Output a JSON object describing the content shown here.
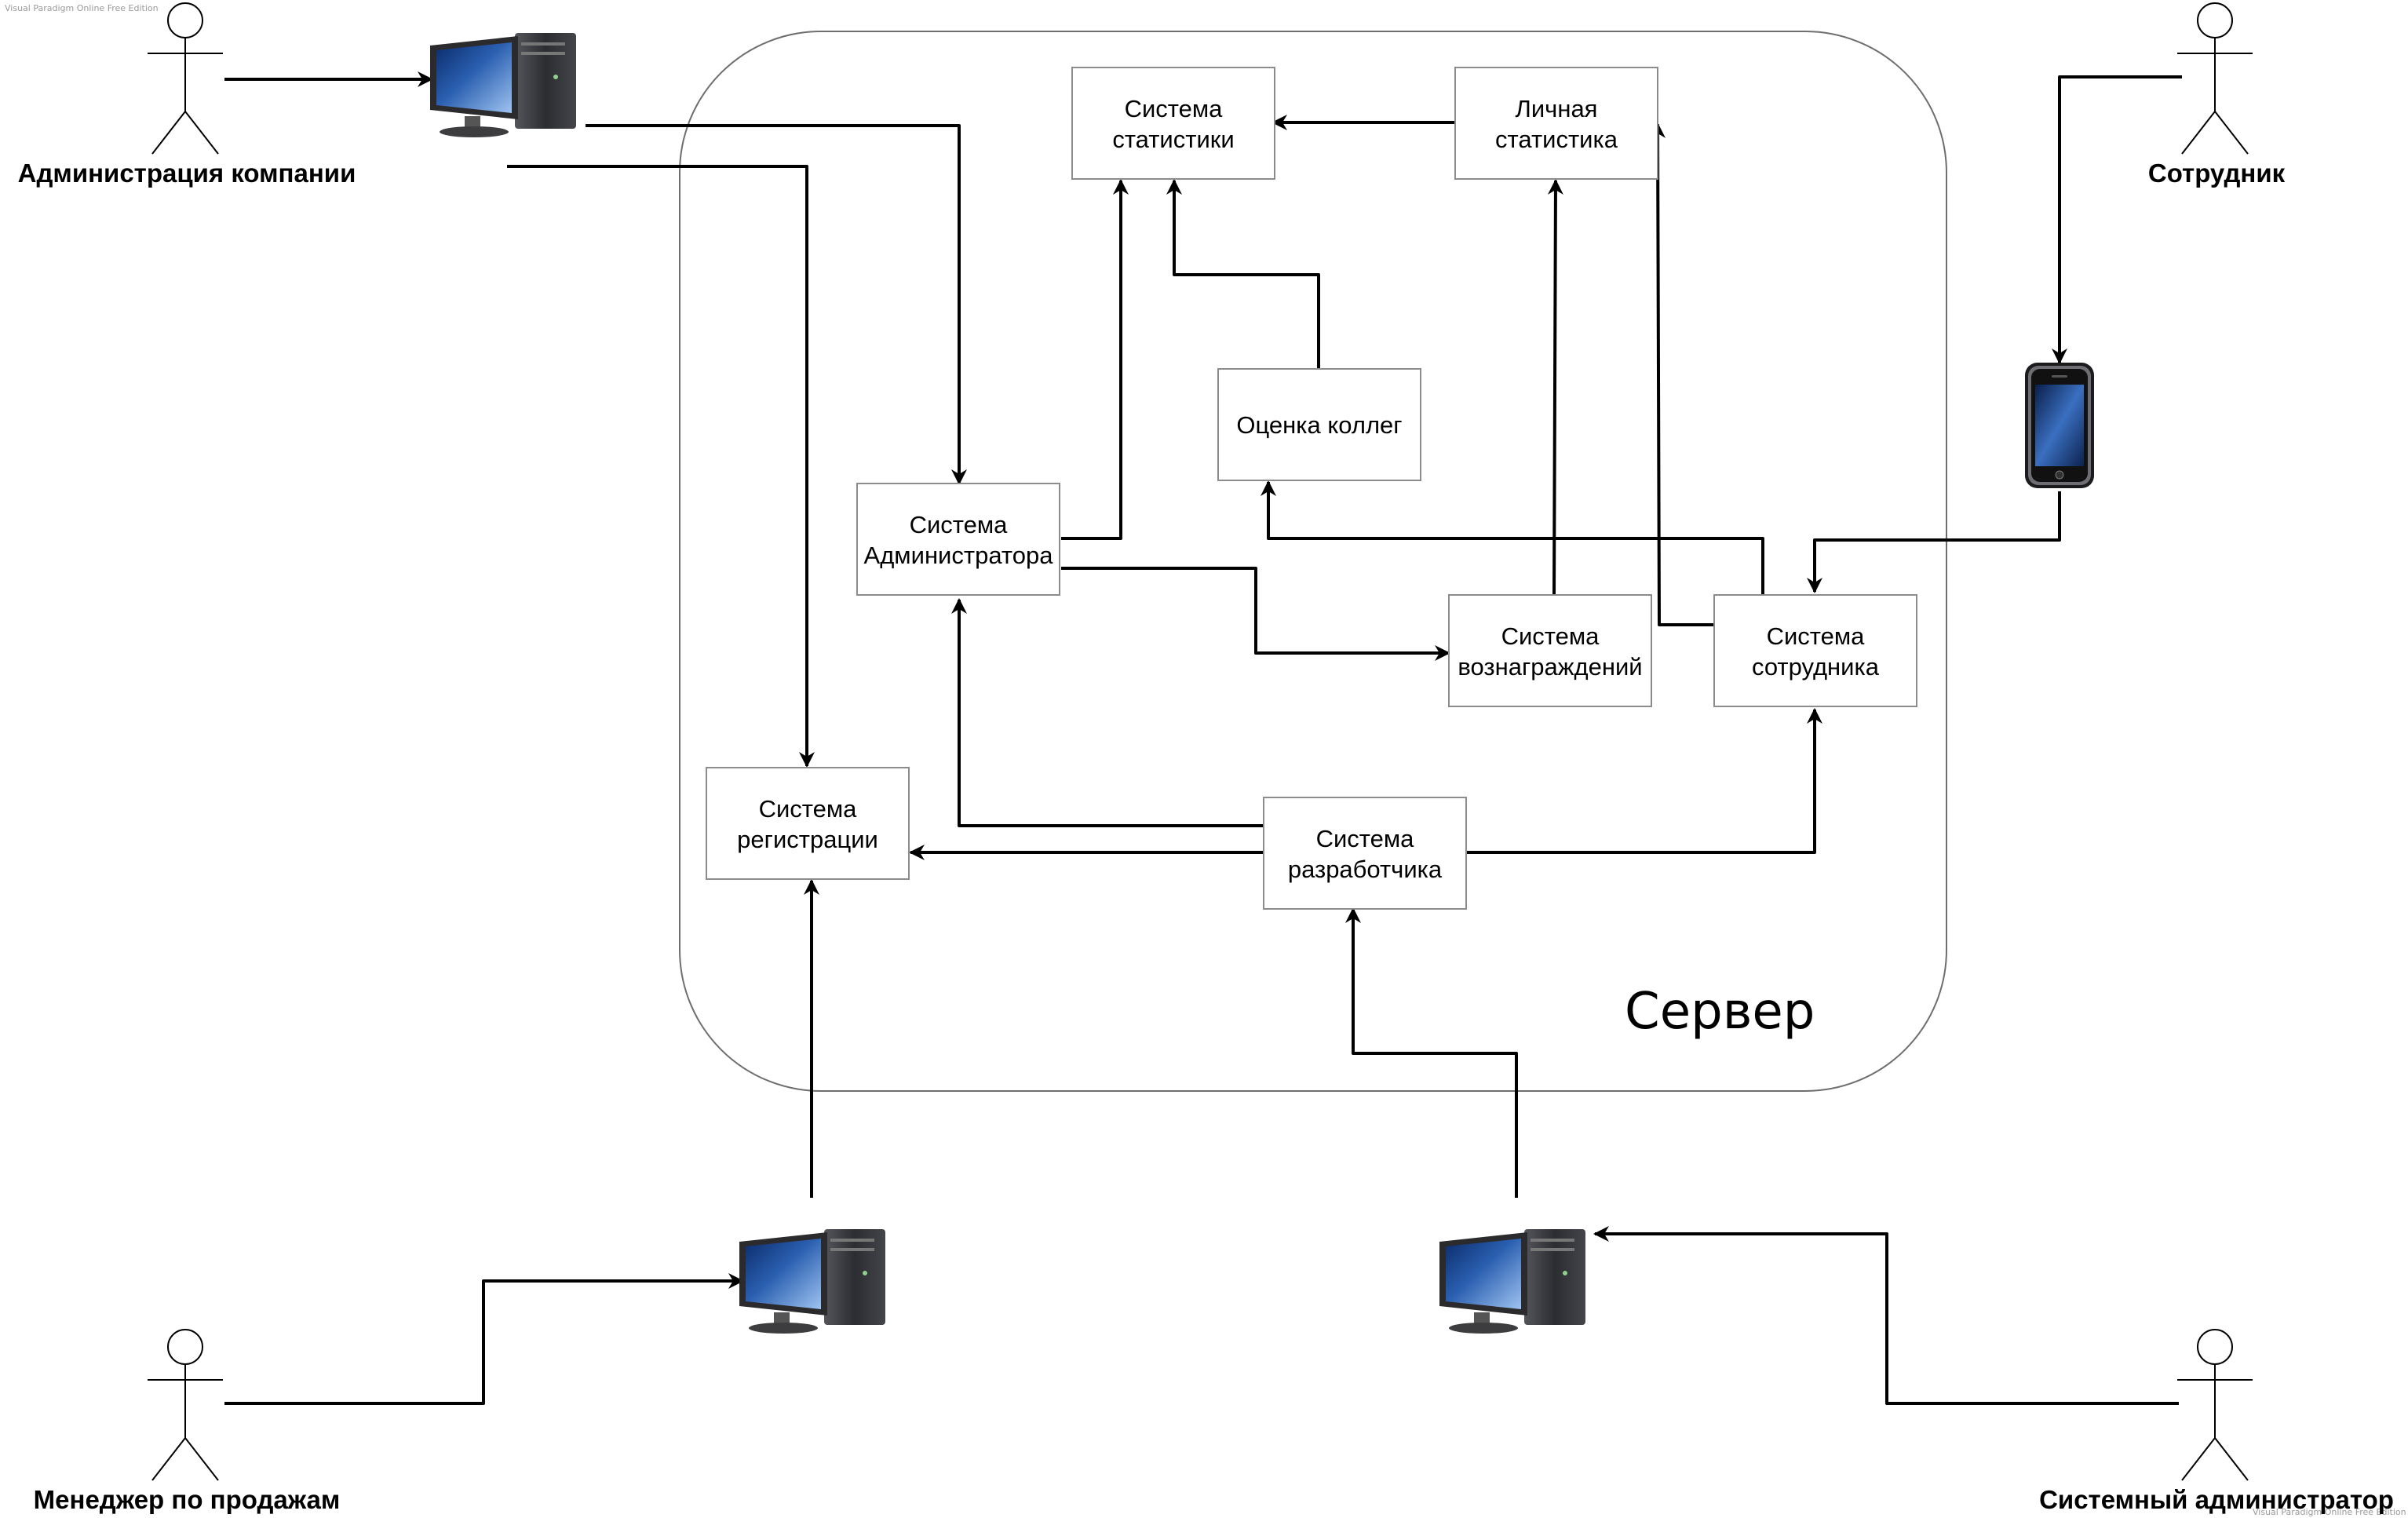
{
  "watermark": {
    "top_left": "Visual Paradigm Online Free Edition",
    "bottom_right": "Visual Paradigm Online Free Edition"
  },
  "server": {
    "label": "Сервер"
  },
  "actors": {
    "admin_company": "Администрация компании",
    "employee": "Сотрудник",
    "sales_manager": "Менеджер по продажам",
    "sysadmin": "Системный администратор"
  },
  "boxes": {
    "statistics": [
      "Система",
      "статистики"
    ],
    "personal_stats": [
      "Личная",
      "статистика"
    ],
    "peer_review": [
      "Оценка коллег"
    ],
    "admin_system": [
      "Система",
      "Администратора"
    ],
    "rewards": [
      "Система",
      "вознаграждений"
    ],
    "employee_system": [
      "Система",
      "сотрудника"
    ],
    "registration": [
      "Система",
      "регистрации"
    ],
    "developer": [
      "Система",
      "разработчика"
    ]
  },
  "devices": {
    "admin_pc": "desktop-computer-icon",
    "employee_phone": "smartphone-icon",
    "sales_pc": "desktop-computer-icon",
    "sysadmin_pc": "desktop-computer-icon"
  },
  "colors": {
    "monitor_screen": "#2a5fb0",
    "tower": "#3a3a3e",
    "box_border": "#8c8c8c",
    "server_border": "#6e6e6e"
  }
}
